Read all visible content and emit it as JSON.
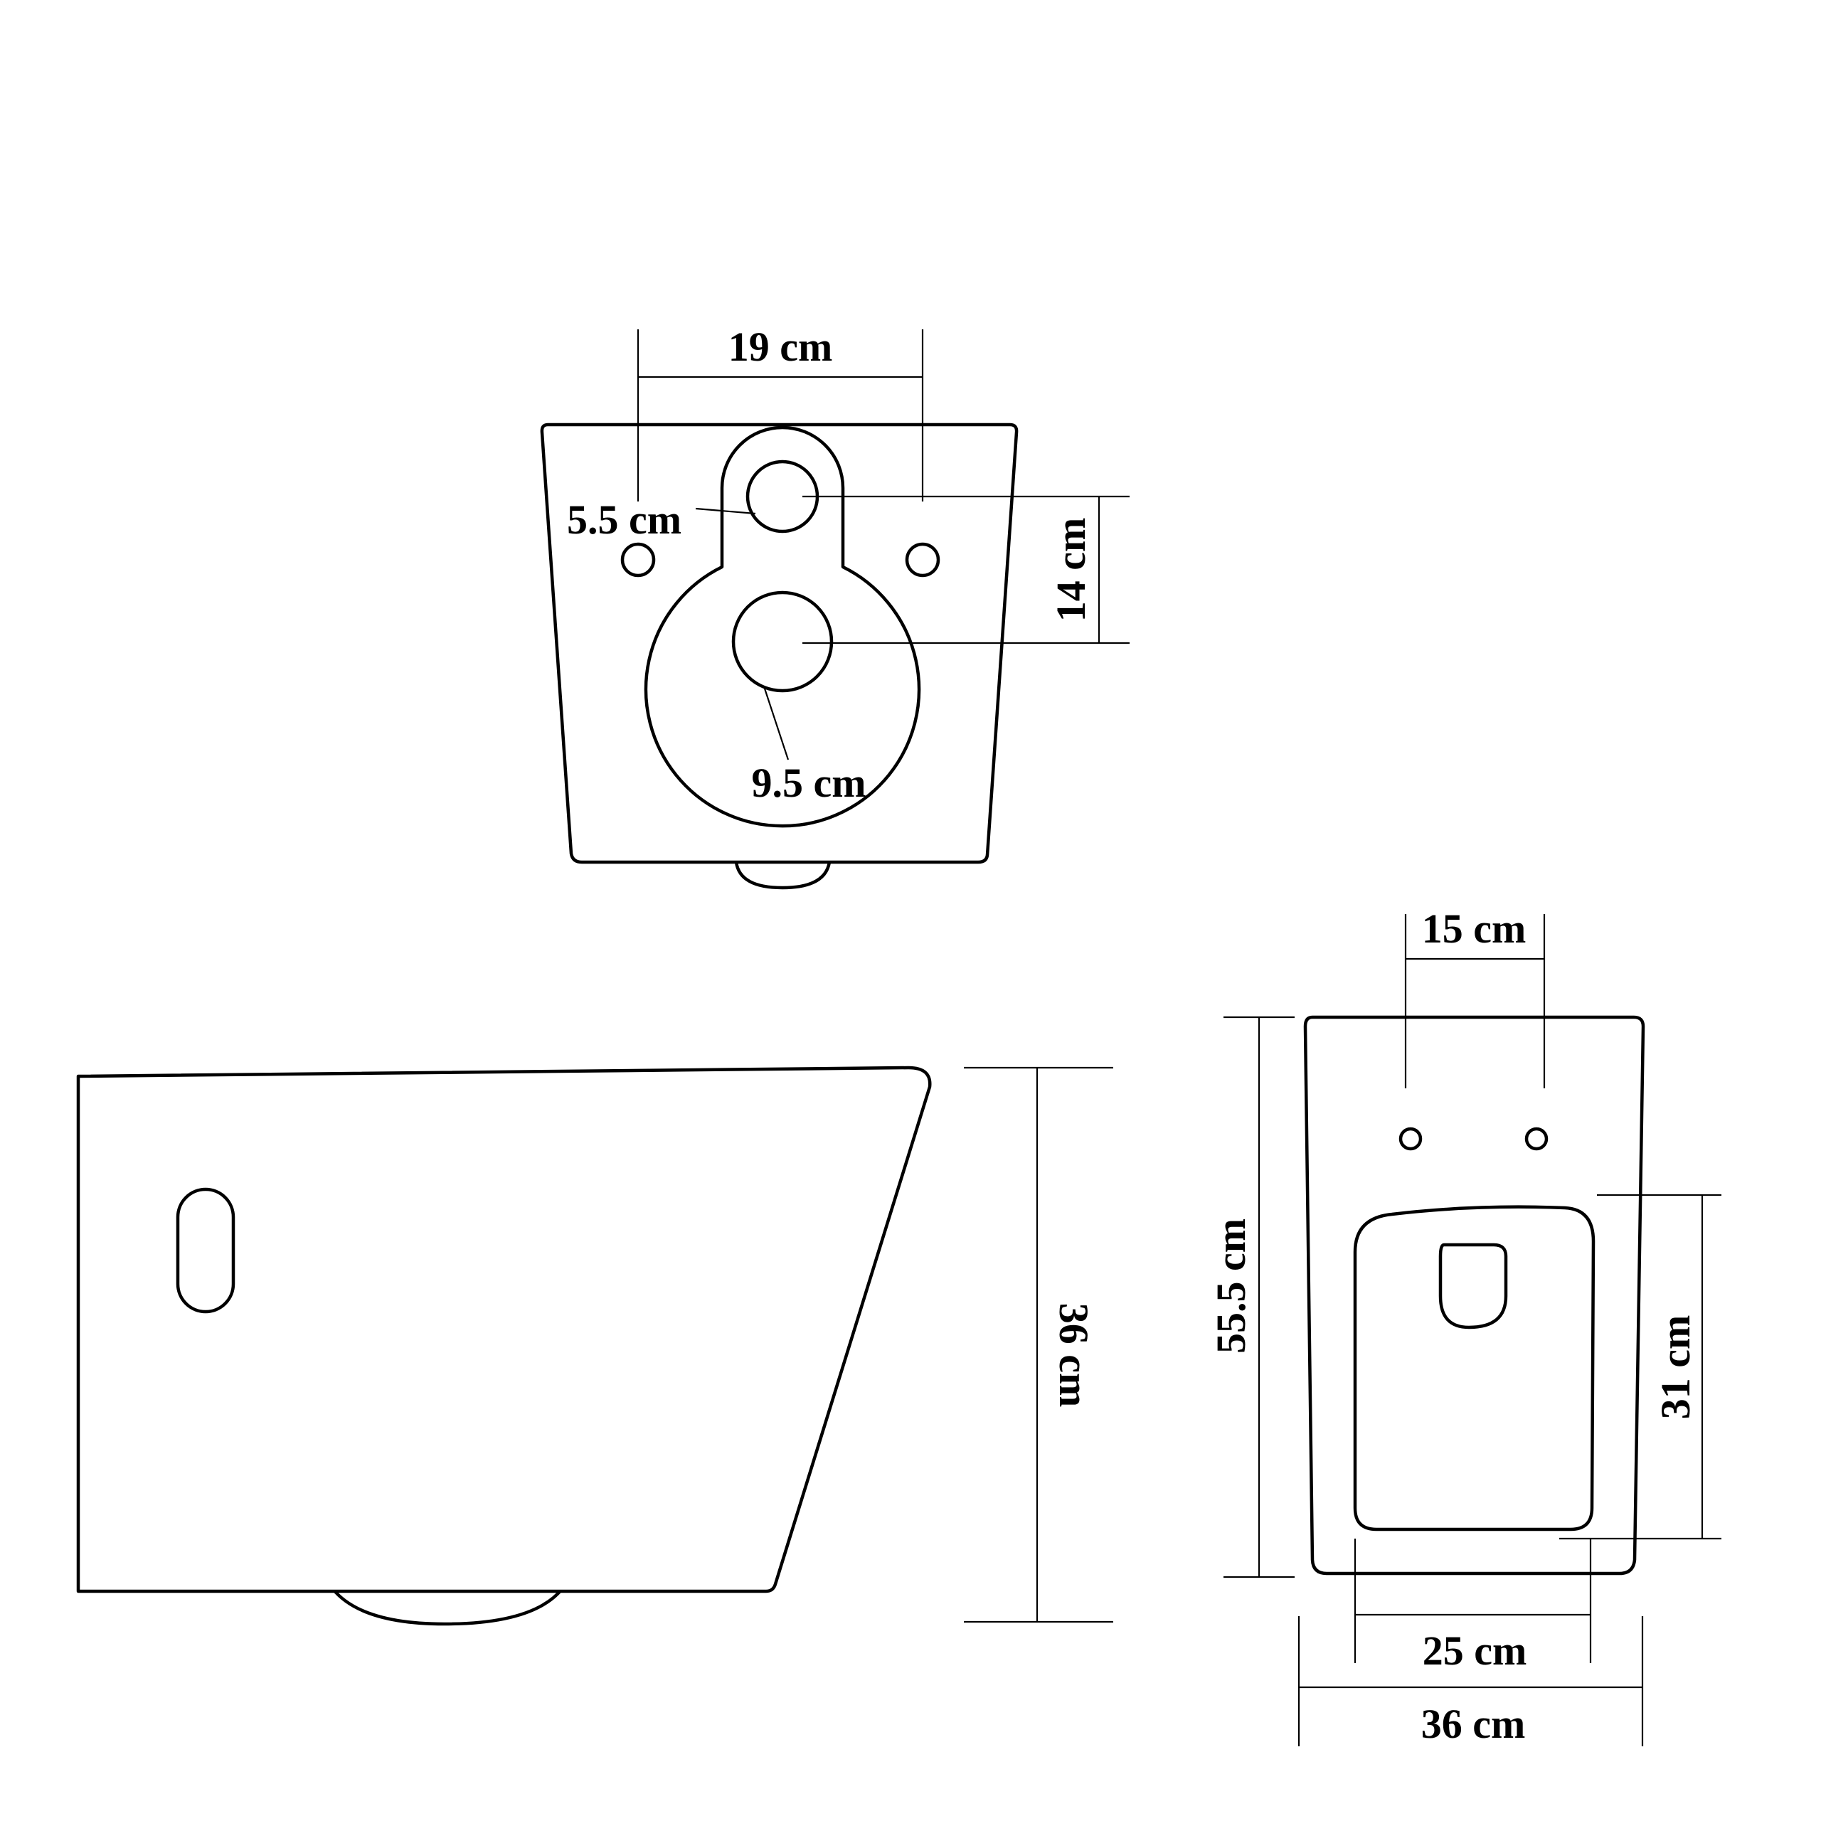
{
  "figure": {
    "front_view": {
      "frame_spacing": "19 cm",
      "inlet_diameter": "5.5 cm",
      "inlet_outlet_spacing": "14 cm",
      "outlet_diameter": "9.5 cm"
    },
    "side_view": {
      "height": "36 cm"
    },
    "top_view": {
      "bolt_spacing": "15 cm",
      "length": "55.5 cm",
      "bowl_length": "31 cm",
      "bowl_width": "25 cm",
      "overall_width": "36 cm"
    }
  }
}
